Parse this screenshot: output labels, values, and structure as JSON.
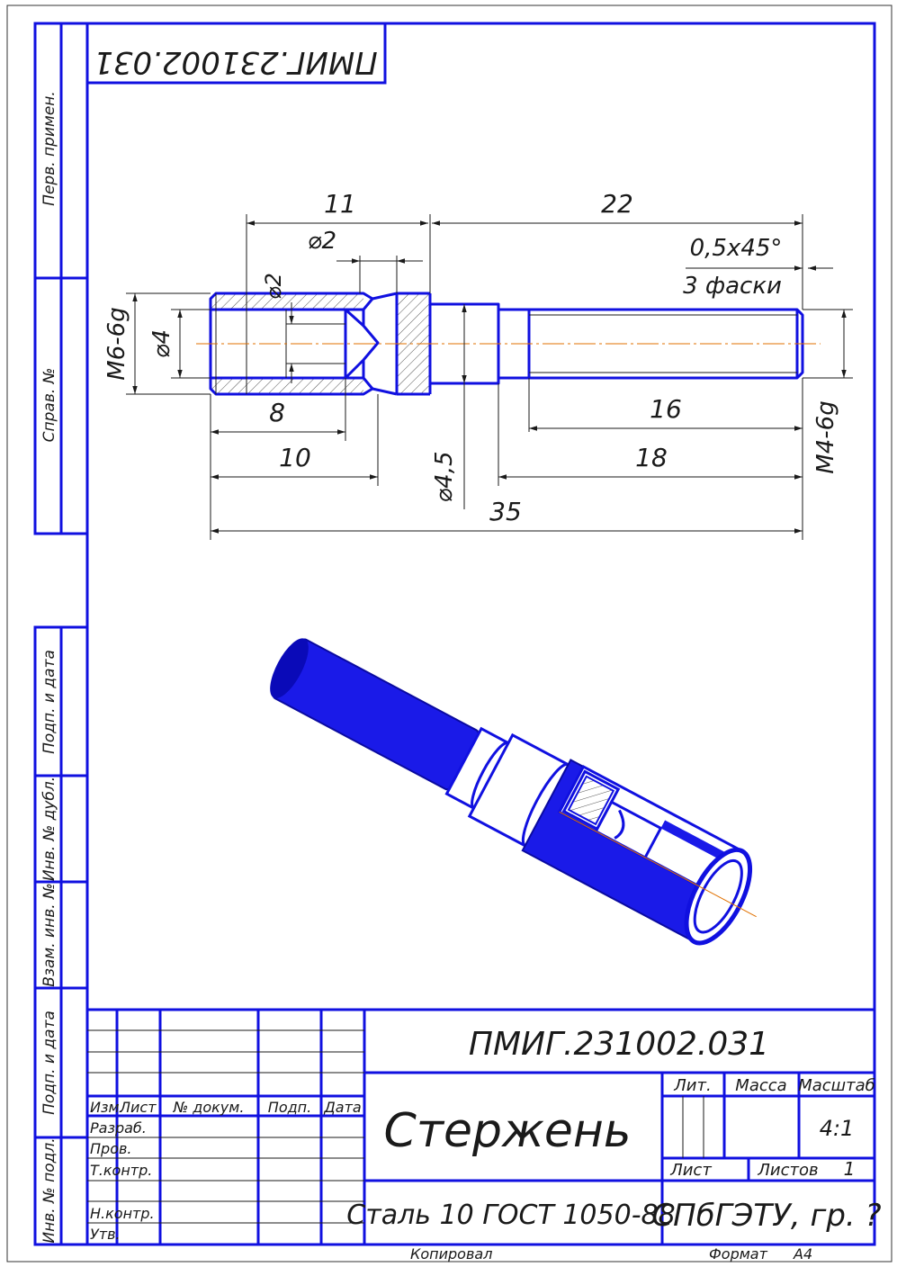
{
  "drawing": {
    "doc_number": "ПМИГ.231002.031",
    "doc_number_rotated": "ПМИГ.231002.031",
    "part_name": "Стержень",
    "material": "Сталь 10  ГОСТ 1050-88",
    "organization": "СПбГЭТУ, гр. ?",
    "scale": "4:1",
    "sheets": "1",
    "copied_label": "Копировал",
    "format_label": "Формат",
    "format_value": "А4"
  },
  "side_strip": {
    "perv_primen": "Перв. примен.",
    "sprav_no": "Справ. №",
    "podp_data_1": "Подп. и дата",
    "inv_dubl": "Инв. № дубл.",
    "vzam_inv": "Взам. инв. №",
    "podp_data_2": "Подп. и дата",
    "inv_podl": "Инв. № подл."
  },
  "title_block": {
    "col_izm": "Изм.",
    "col_list": "Лист",
    "col_doc": "№ докум.",
    "col_podp": "Подп.",
    "col_data": "Дата",
    "row_razrab": "Разраб.",
    "row_prov": "Пров.",
    "row_tkontr": "Т.контр.",
    "row_nkontr": "Н.контр.",
    "row_utv": "Утв.",
    "lit_label": "Лит.",
    "mass_label": "Масса",
    "scale_label": "Масштаб",
    "sheet_label": "Лист",
    "sheets_label": "Листов"
  },
  "dimensions": {
    "d11": "11",
    "d22": "22",
    "d_phi2_top": "⌀2",
    "chamfer_line1": "0,5x45°",
    "chamfer_line2": "3 фаски",
    "d_phi2_vert": "⌀2",
    "thread_m6": "М6-6g",
    "d_phi4": "⌀4",
    "d8": "8",
    "d10": "10",
    "d16": "16",
    "d18": "18",
    "d_phi45": "⌀4,5",
    "d35": "35",
    "thread_m4": "М4-6g"
  },
  "colors": {
    "line": "#1010e0",
    "axis": "#e07000",
    "text": "#1a1a1a"
  }
}
